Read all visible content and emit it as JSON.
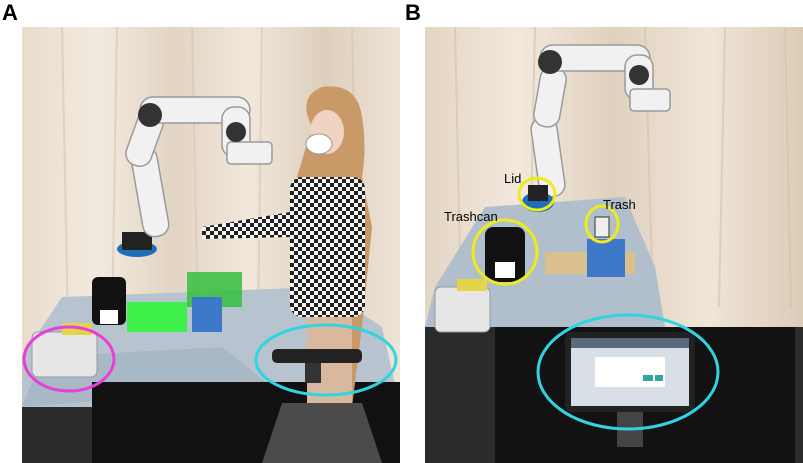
{
  "panels": [
    {
      "letter": "A",
      "photo_subject": "lab-setup-with-user"
    },
    {
      "letter": "B",
      "photo_subject": "lab-setup-with-tablet",
      "annotations": {
        "lid": "Lid",
        "trash": "Trash",
        "trashcan": "Trashcan"
      }
    }
  ],
  "colors": {
    "magenta_highlight": "#e83fd6",
    "cyan_highlight": "#2fd4e0",
    "yellow_highlight": "#ecec1c",
    "curtain": "#e9ddd0",
    "table_cloth": "#b6c3cf",
    "floor_dark": "#1c1c1c"
  }
}
